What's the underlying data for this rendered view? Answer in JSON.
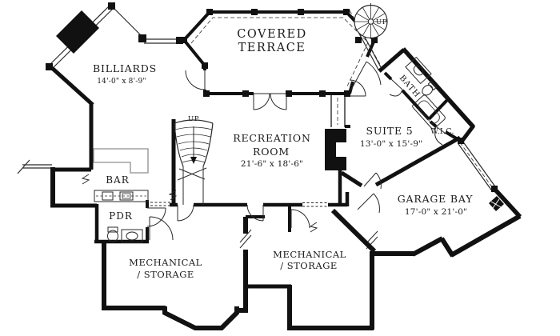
{
  "rooms": {
    "billiards": {
      "name": "BILLIARDS",
      "dims": "14'-0\" x 8'-9\""
    },
    "covered_terrace": {
      "name_line1": "COVERED",
      "name_line2": "TERRACE"
    },
    "recreation": {
      "name_line1": "RECREATION",
      "name_line2": "ROOM",
      "dims": "21'-6\" x 18'-6\""
    },
    "suite5": {
      "name": "SUITE 5",
      "dims": "13'-0\" x 15'-9\""
    },
    "garage": {
      "name": "GARAGE BAY",
      "dims": "17'-0\" x 21'-0\""
    },
    "mech_storage_left": {
      "name_line1": "MECHANICAL",
      "name_line2": "/ STORAGE"
    },
    "mech_storage_center": {
      "name_line1": "MECHANICAL",
      "name_line2": "/ STORAGE"
    },
    "bar": {
      "name": "BAR"
    },
    "powder_room": {
      "name": "PDR"
    },
    "bath": {
      "name": "BATH"
    },
    "walk_in_closet": {
      "name": "W.I.C."
    },
    "stairs": {
      "main_up": "UP",
      "spiral_up": "UP"
    }
  },
  "colors": {
    "wall": "#111111",
    "thin_line": "#2a2a2a",
    "counter_gray": "#8f8f8f",
    "background": "#ffffff",
    "text": "#1a1a1a"
  }
}
